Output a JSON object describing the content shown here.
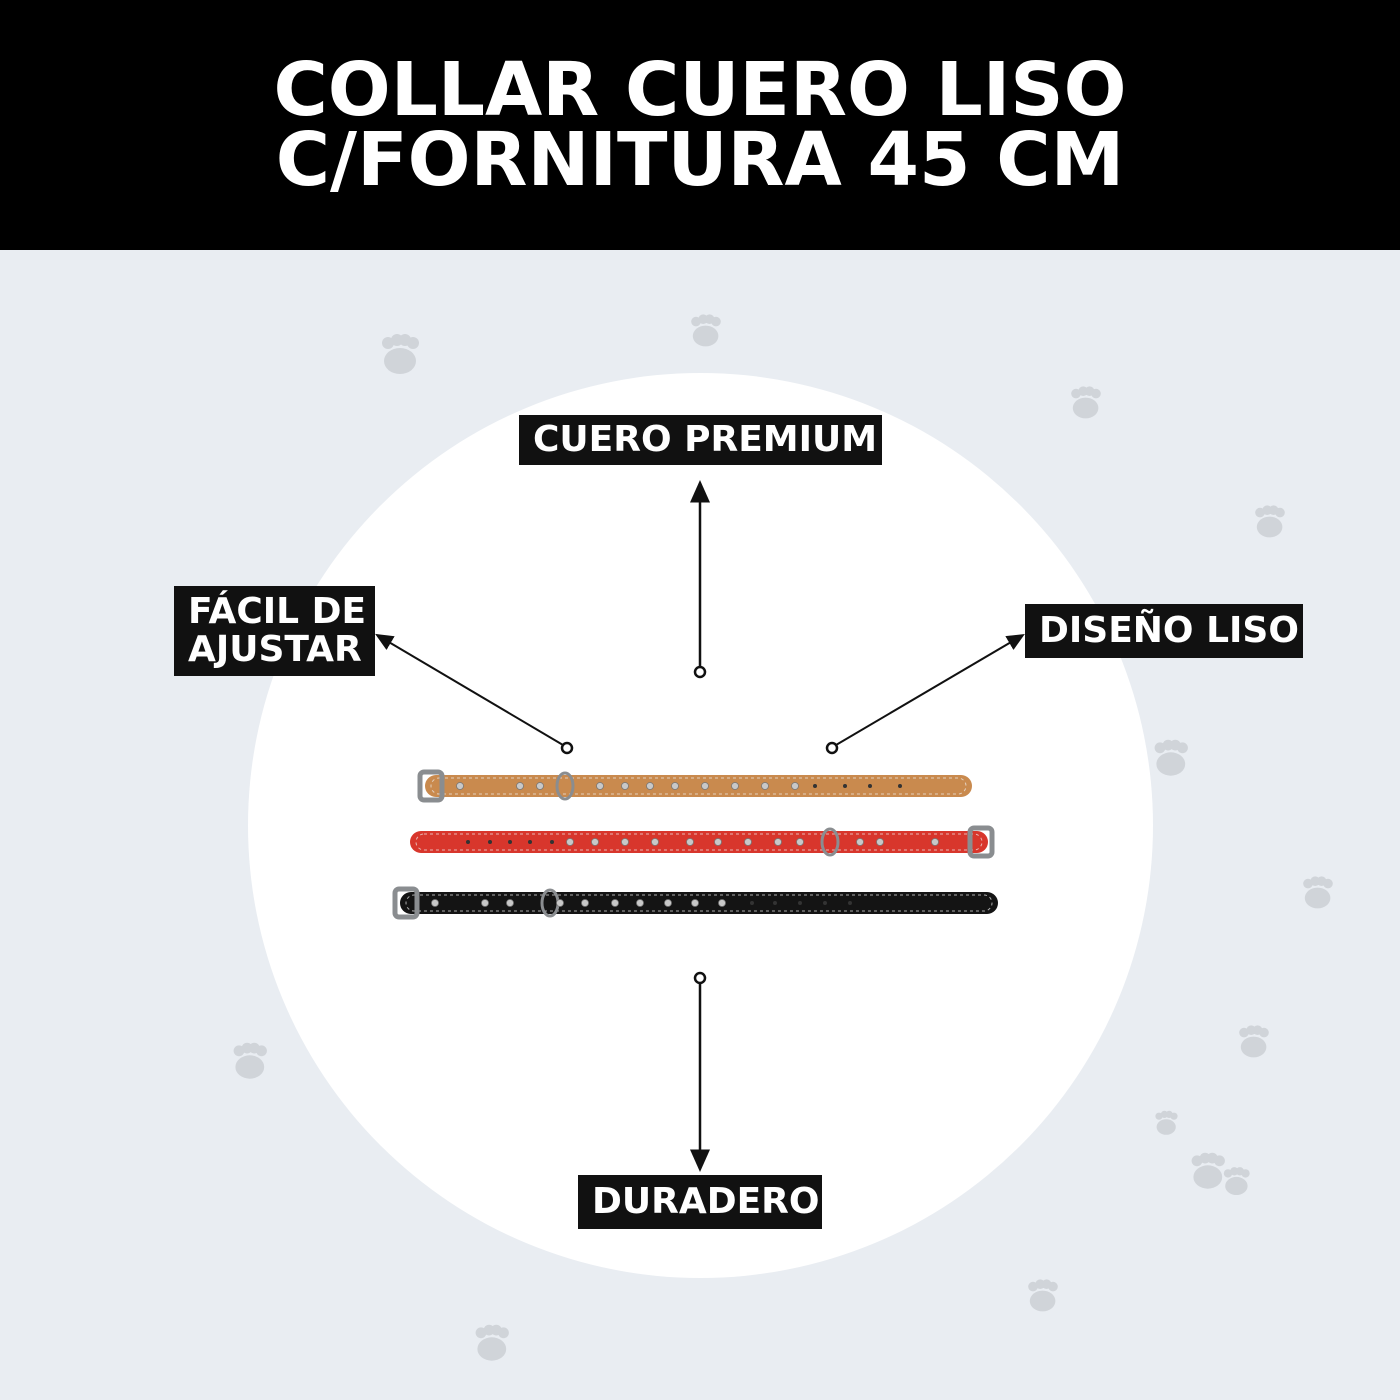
{
  "header": {
    "title_line1": "COLLAR CUERO LISO",
    "title_line2": "C/FORNITURA 45 CM"
  },
  "labels": {
    "top": "CUERO PREMIUM",
    "left_line1": "FÁCIL DE",
    "left_line2": "AJUSTAR",
    "right": "DISEÑO LISO",
    "bottom": "DURADERO"
  },
  "colors": {
    "header_bg": "#000000",
    "page_bg": "#e9edf2",
    "label_bg": "#111111",
    "paw": "#d0d4d9",
    "collar_tan": "#c98a4e",
    "collar_red": "#d8362c",
    "collar_black": "#141414"
  },
  "collars": [
    {
      "color": "tan",
      "fill": "#c98a4e"
    },
    {
      "color": "red",
      "fill": "#d8362c"
    },
    {
      "color": "black",
      "fill": "#141414"
    }
  ]
}
